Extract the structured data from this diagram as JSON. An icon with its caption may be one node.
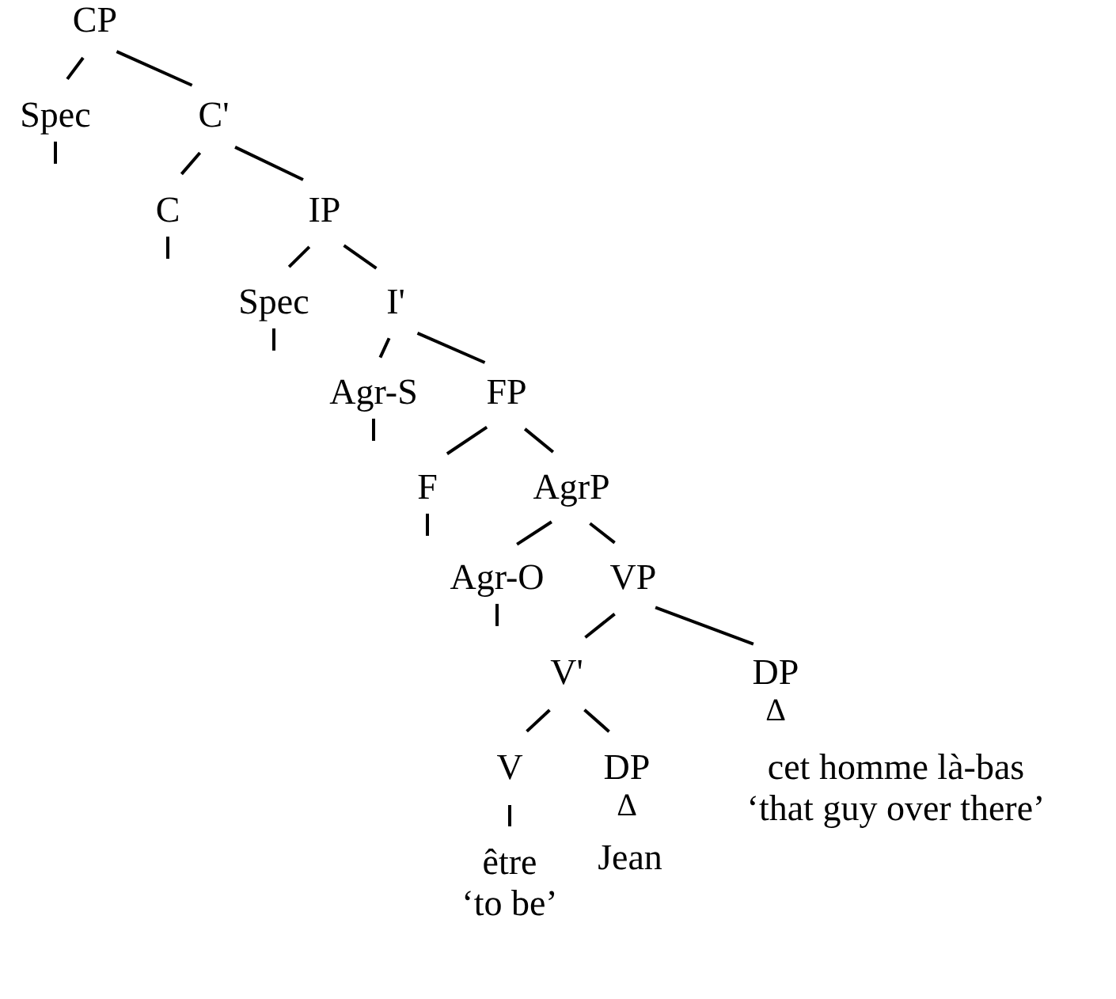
{
  "diagram": {
    "nodes": [
      {
        "text": [
          "CP"
        ]
      },
      {
        "text": [
          "Spec"
        ]
      },
      {
        "text": [
          "C'"
        ]
      },
      {
        "text": [
          "C"
        ]
      },
      {
        "text": [
          "IP"
        ]
      },
      {
        "text": [
          "Spec"
        ]
      },
      {
        "text": [
          "I'"
        ]
      },
      {
        "text": [
          "Agr-S"
        ]
      },
      {
        "text": [
          "FP"
        ]
      },
      {
        "text": [
          "F"
        ]
      },
      {
        "text": [
          "AgrP"
        ]
      },
      {
        "text": [
          "Agr-O"
        ]
      },
      {
        "text": [
          "VP"
        ]
      },
      {
        "text": [
          "V'"
        ]
      },
      {
        "text": [
          "DP",
          "Δ"
        ]
      },
      {
        "text": [
          "V"
        ]
      },
      {
        "text": [
          "DP",
          "Δ"
        ]
      },
      {
        "text": [
          "être",
          "‘to be’"
        ]
      },
      {
        "text": [
          "Jean"
        ]
      },
      {
        "text": [
          "cet homme là-bas",
          "‘that guy over there’"
        ]
      }
    ],
    "edges": [
      {
        "from": 0,
        "to": 1,
        "arrow": "none"
      },
      {
        "from": 0,
        "to": 2,
        "arrow": "none"
      },
      {
        "from": 1,
        "to": null,
        "arrow": "none"
      },
      {
        "from": 2,
        "to": 3,
        "arrow": "none"
      },
      {
        "from": 2,
        "to": 4,
        "arrow": "none"
      },
      {
        "from": 3,
        "to": null,
        "arrow": "none"
      },
      {
        "from": 4,
        "to": 5,
        "arrow": "none"
      },
      {
        "from": 4,
        "to": 6,
        "arrow": "none"
      },
      {
        "from": 5,
        "to": null,
        "arrow": "none"
      },
      {
        "from": 6,
        "to": 7,
        "arrow": "none"
      },
      {
        "from": 6,
        "to": 8,
        "arrow": "none"
      },
      {
        "from": 7,
        "to": null,
        "arrow": "none"
      },
      {
        "from": 8,
        "to": 9,
        "arrow": "none"
      },
      {
        "from": 8,
        "to": 10,
        "arrow": "none"
      },
      {
        "from": 9,
        "to": null,
        "arrow": "none"
      },
      {
        "from": 10,
        "to": 11,
        "arrow": "none"
      },
      {
        "from": 10,
        "to": 12,
        "arrow": "none"
      },
      {
        "from": 11,
        "to": null,
        "arrow": "none"
      },
      {
        "from": 12,
        "to": 13,
        "arrow": "none"
      },
      {
        "from": 12,
        "to": 14,
        "arrow": "none"
      },
      {
        "from": 13,
        "to": 15,
        "arrow": "none"
      },
      {
        "from": 13,
        "to": 16,
        "arrow": "none"
      },
      {
        "from": 15,
        "to": 17,
        "arrow": "none"
      }
    ]
  }
}
